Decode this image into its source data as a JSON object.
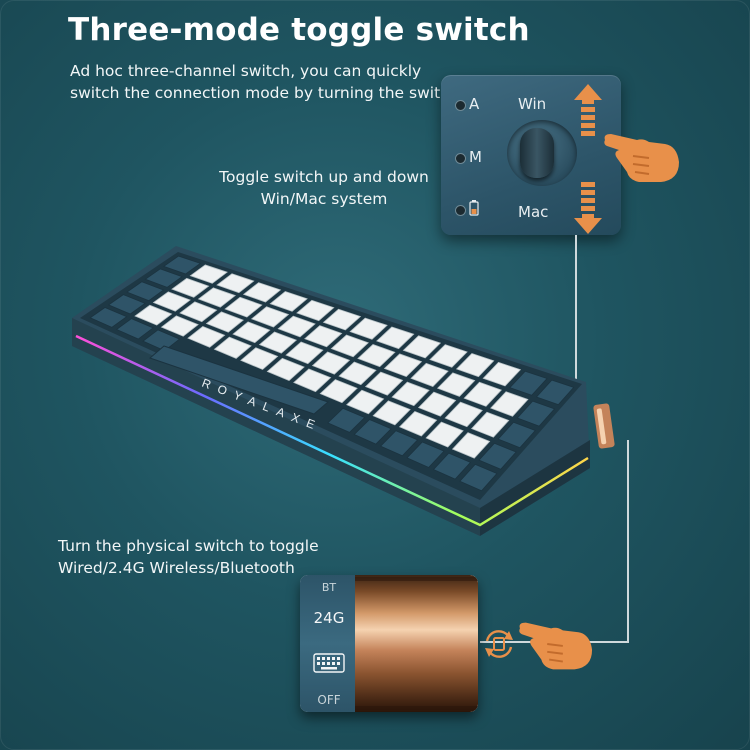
{
  "heading": {
    "title": "Three-mode toggle switch",
    "subtitle_line1": "Ad hoc three-channel switch, you can quickly",
    "subtitle_line2": "switch the connection mode by turning the switch."
  },
  "os_toggle": {
    "note_line1": "Toggle switch up and down",
    "note_line2": "Win/Mac system",
    "indicators": [
      "A",
      "M"
    ],
    "win_label": "Win",
    "mac_label": "Mac"
  },
  "keyboard": {
    "brand": "ROYALAXE"
  },
  "connection_switch": {
    "note_line1": "Turn the physical switch to toggle",
    "note_line2": "Wired/2.4G Wireless/Bluetooth",
    "modes": [
      "BT",
      "24G",
      "OFF"
    ]
  },
  "colors": {
    "background": "#1f5561",
    "case": "#2b4c5e",
    "keycap_white": "#eef1f2",
    "keycap_blue": "#2f5468",
    "accent_orange": "#e8904a",
    "copper": "#d49a6a"
  },
  "icons": [
    "pointing-hand-icon",
    "up-arrow-icon",
    "down-arrow-icon",
    "rotate-icon",
    "keyboard-icon",
    "battery-icon"
  ]
}
